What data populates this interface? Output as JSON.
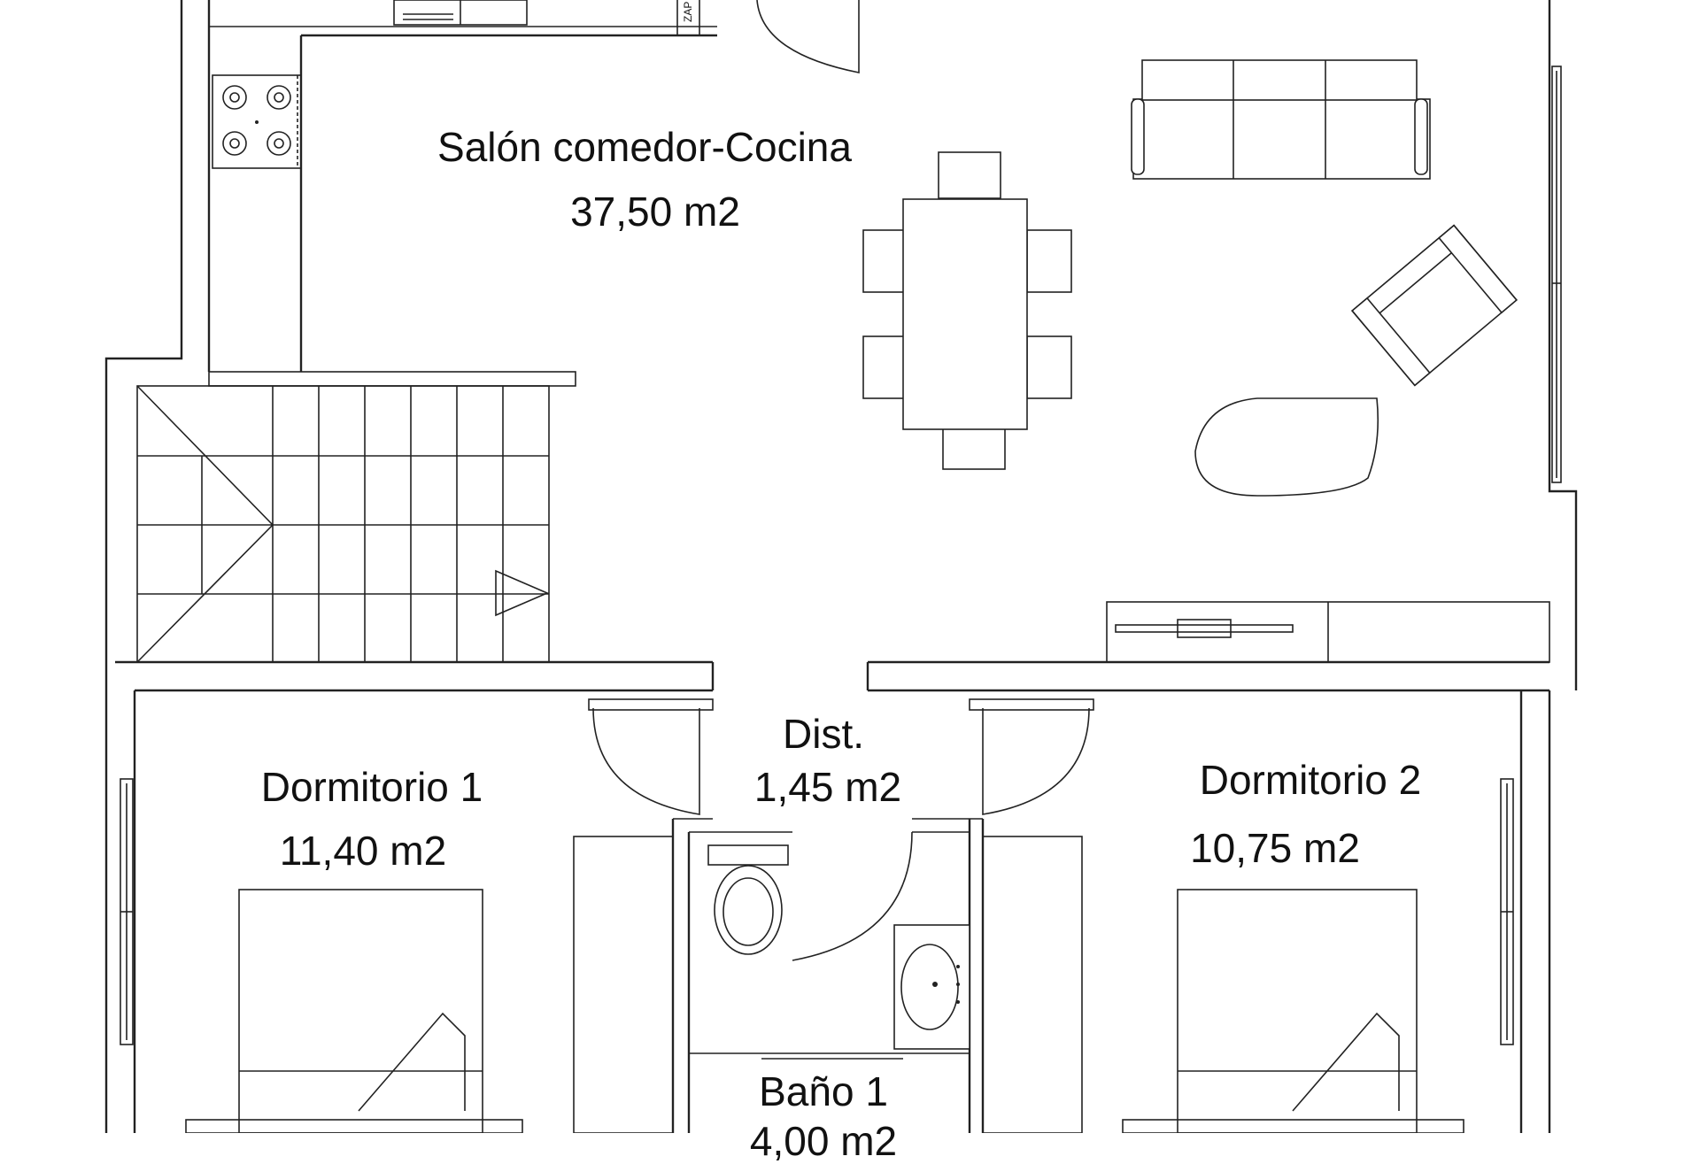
{
  "rooms": {
    "living": {
      "name": "Salón comedor-Cocina",
      "area": "37,50 m2"
    },
    "hall": {
      "name": "Dist.",
      "area": "1,45 m2"
    },
    "bedroom1": {
      "name": "Dormitorio 1",
      "area": "11,40 m2"
    },
    "bedroom2": {
      "name": "Dormitorio 2",
      "area": "10,75 m2"
    },
    "bath": {
      "name": "Baño 1",
      "area": "4,00 m2"
    }
  },
  "fixtures": {
    "appliance_tag": "ZAP"
  }
}
